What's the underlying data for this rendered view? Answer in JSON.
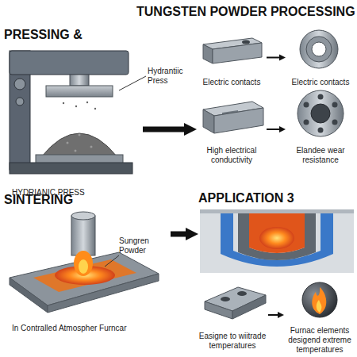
{
  "diagram": {
    "title": "TUNGSTEN POWDER PROCESSING",
    "nodes": [
      {
        "text": [
          "PRESSING &",
          "HYDRIANIC PRESS"
        ]
      },
      {
        "text": [
          "Electric contacts"
        ]
      },
      {
        "text": [
          "Electric contacts"
        ]
      },
      {
        "text": [
          "High electrical conductivity"
        ]
      },
      {
        "text": [
          "Elandee wear resistance"
        ]
      },
      {
        "text": [
          "SINTERING",
          "In Contralled Atmospher Furncar"
        ]
      },
      {
        "text": [
          "APPLICATION 3"
        ]
      },
      {
        "text": [
          "Easigne to wiitrade temperatures"
        ]
      },
      {
        "text": [
          "Furnac elements desigend extreme temperatures"
        ]
      }
    ],
    "edges": [
      {
        "from": 0,
        "to": 3,
        "arrow": "to"
      },
      {
        "from": 1,
        "to": 2,
        "arrow": "to"
      },
      {
        "from": 3,
        "to": 4,
        "arrow": "to"
      },
      {
        "from": 5,
        "to": 6,
        "arrow": "to"
      },
      {
        "from": 7,
        "to": 8,
        "arrow": "to"
      }
    ],
    "labels": [
      "Hydrantiic Press",
      "Sungren Powder"
    ]
  }
}
